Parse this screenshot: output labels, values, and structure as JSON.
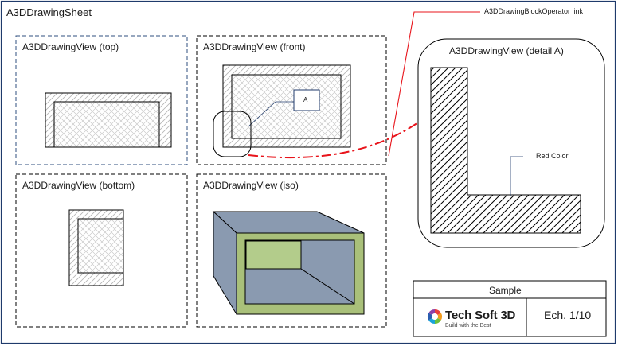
{
  "sheet": {
    "title": "A3DDrawingSheet"
  },
  "views": {
    "top": "A3DDrawingView (top)",
    "front": "A3DDrawingView (front)",
    "bottom": "A3DDrawingView (bottom)",
    "iso": "A3DDrawingView (iso)",
    "detail": "A3DDrawingView (detail A)"
  },
  "annotations": {
    "block_operator_link": "A3DDrawingBlockOperator link",
    "red_color": "Red Color",
    "detail_marker": "A"
  },
  "title_block": {
    "title": "Sample",
    "scale": "Ech. 1/10",
    "logo_name": "Tech Soft 3D",
    "logo_tagline": "Build with the Best"
  },
  "colors": {
    "sheet_border": "#1f3a6b",
    "view_border": "#000000",
    "top_view_border": "#2f4f7f",
    "link_red": "#e8141b",
    "iso_side": "#8a9ab0",
    "iso_frame": "#a9c07a",
    "iso_inner_panel": "#b3cc8b"
  }
}
